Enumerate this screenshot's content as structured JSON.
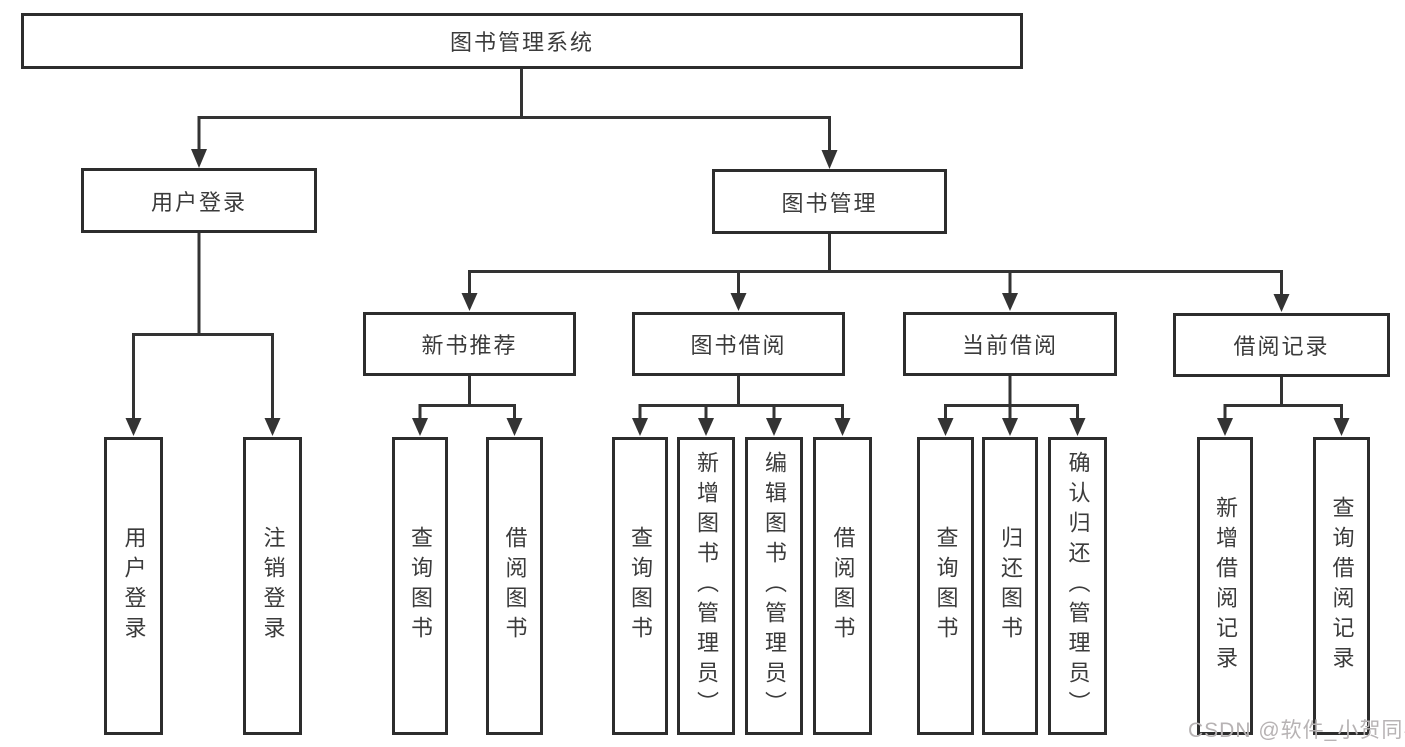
{
  "tree": {
    "label": "图书管理系统",
    "children": [
      {
        "label": "用户登录",
        "children": [
          {
            "label": "用户登录"
          },
          {
            "label": "注销登录"
          }
        ]
      },
      {
        "label": "图书管理",
        "children": [
          {
            "label": "新书推荐",
            "children": [
              {
                "label": "查询图书"
              },
              {
                "label": "借阅图书"
              }
            ]
          },
          {
            "label": "图书借阅",
            "children": [
              {
                "label": "查询图书"
              },
              {
                "label": "新增图书（管理员）"
              },
              {
                "label": "编辑图书（管理员）"
              },
              {
                "label": "借阅图书"
              }
            ]
          },
          {
            "label": "当前借阅",
            "children": [
              {
                "label": "查询图书"
              },
              {
                "label": "归还图书"
              },
              {
                "label": "确认归还（管理员）"
              }
            ]
          },
          {
            "label": "借阅记录",
            "children": [
              {
                "label": "新增借阅记录"
              },
              {
                "label": "查询借阅记录"
              }
            ]
          }
        ]
      }
    ]
  },
  "watermark": {
    "text": "CSDN @软件_小贺同学"
  },
  "colors": {
    "border": "#2d2d2d",
    "line": "#333333",
    "text": "#3b3b3b",
    "background": "#ffffff",
    "watermark": "#b7b3b4"
  }
}
